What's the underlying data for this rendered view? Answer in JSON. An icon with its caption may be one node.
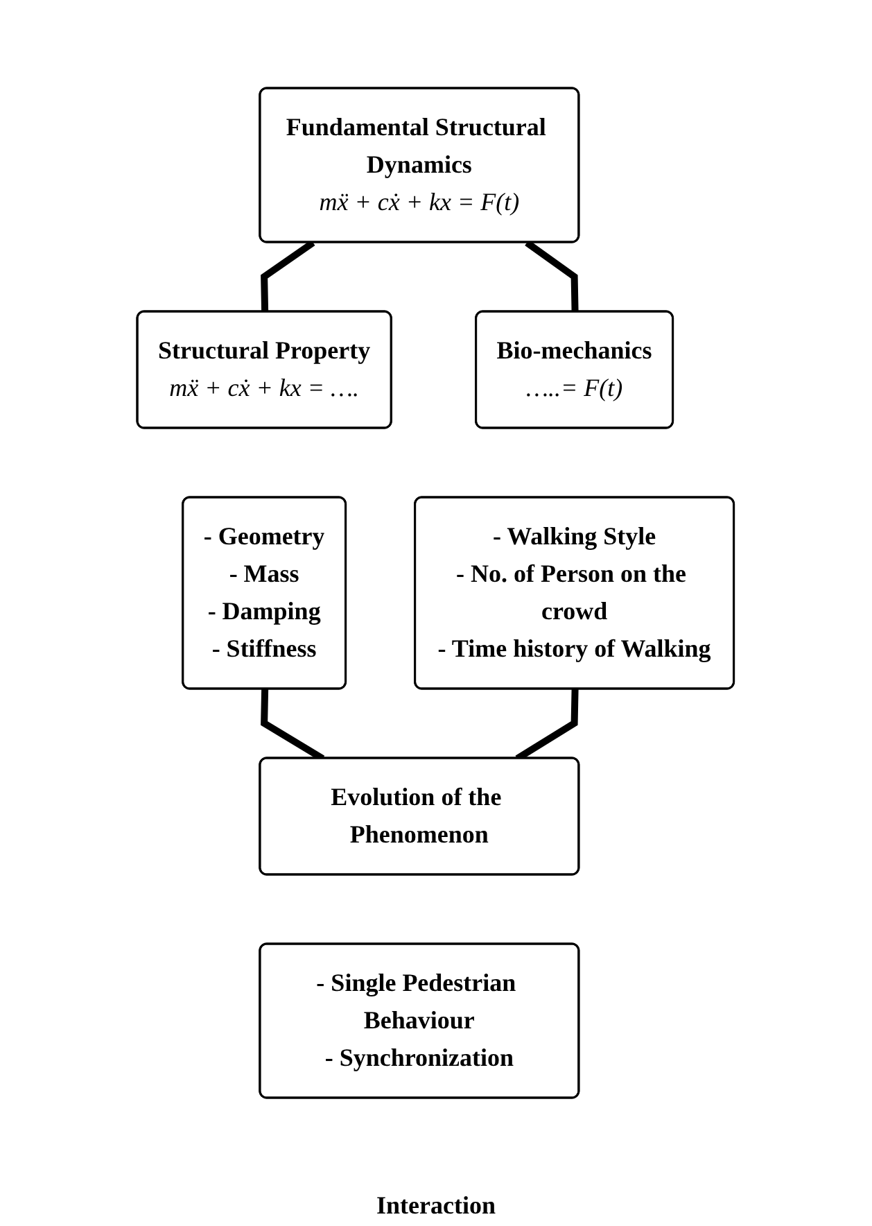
{
  "diagram": {
    "nodes": [
      {
        "text": [
          "Fundamental Structural Dynamics",
          "mẍ + cẋ + kx = F(t)"
        ]
      },
      {
        "text": [
          "Structural Property",
          "mẍ + cẋ + kx = …."
        ]
      },
      {
        "text": [
          "Bio-mechanics",
          "…..= F(t)"
        ]
      },
      {
        "text": [
          "- Geometry",
          "- Mass",
          "- Damping",
          "- Stiffness"
        ]
      },
      {
        "text": [
          "- Walking Style",
          "- No. of Person on the crowd",
          "- Time history of Walking"
        ]
      },
      {
        "text": [
          "Evolution of the Phenomenon"
        ]
      },
      {
        "text": [
          "- Single Pedestrian Behaviour",
          "- Synchronization"
        ]
      }
    ],
    "edges": [
      {
        "from": 0,
        "to": 1,
        "arrow": "none"
      },
      {
        "from": 0,
        "to": 2,
        "arrow": "none"
      },
      {
        "from": 3,
        "to": 5,
        "arrow": "none"
      },
      {
        "from": 4,
        "to": 5,
        "arrow": "none"
      }
    ],
    "labels": [
      "Interaction"
    ]
  }
}
